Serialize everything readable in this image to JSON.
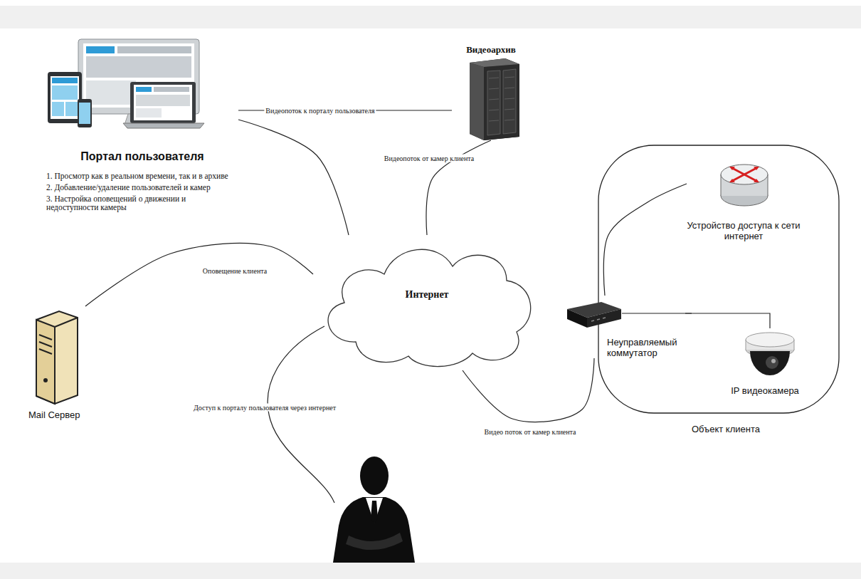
{
  "diagram": {
    "nodes": [
      {
        "text": [
          "Портал пользователя",
          "1. Просмотр как в реальном времени, так и в архиве",
          "2. Добавление/удаление пользователей и камер",
          "3. Настройка оповещений о движении и недоступности камеры"
        ]
      },
      {
        "text": [
          "Видеоархив"
        ]
      },
      {
        "text": [
          "Интернет"
        ]
      },
      {
        "text": [
          "Mail Сервер"
        ]
      },
      {
        "text": [
          "Объект клиента"
        ]
      },
      {
        "text": [
          "Устройство доступа к сети интернет"
        ],
        "in": 4
      },
      {
        "text": [
          "Неуправляемый коммутатор"
        ],
        "in": 4
      },
      {
        "text": [
          "IP видеокамера"
        ],
        "in": 4
      }
    ],
    "edges": [
      {
        "from": 0,
        "to": 1,
        "label": "Видеопоток к порталу пользователя",
        "arrow": "none"
      },
      {
        "from": 2,
        "to": 1,
        "label": "Видеопоток от камер клиента",
        "arrow": "none"
      },
      {
        "from": 0,
        "to": 2,
        "arrow": "none"
      },
      {
        "from": 3,
        "to": 2,
        "label": "Оповещение клиента",
        "arrow": "none"
      },
      {
        "from": 6,
        "to": 2,
        "label": "Видео поток от камер клиента",
        "arrow": "none"
      },
      {
        "from": 6,
        "to": 5,
        "arrow": "none"
      },
      {
        "from": 6,
        "to": 7,
        "arrow": "none"
      }
    ],
    "labels": [
      "Доступ к порталу пользователя через интернет"
    ]
  }
}
